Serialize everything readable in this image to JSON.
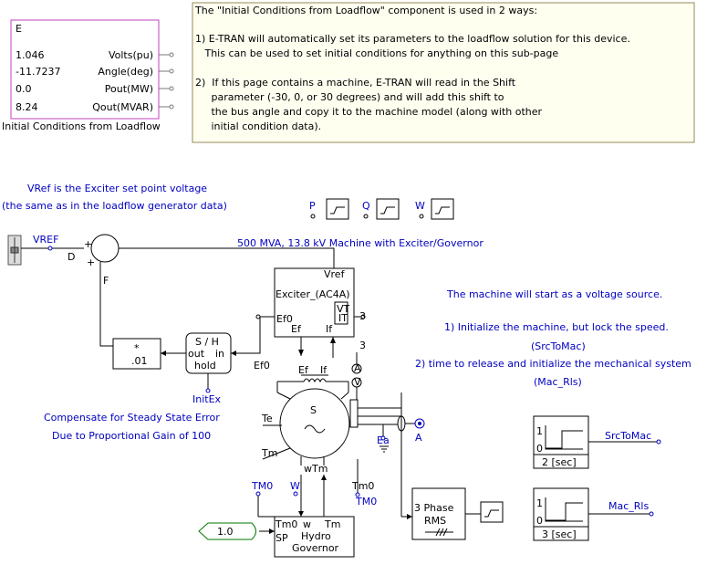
{
  "ic_block": {
    "name": "E",
    "values": [
      "1.046",
      "-11.7237",
      "0.0",
      "8.24"
    ],
    "labels": [
      "Volts(pu)",
      "Angle(deg)",
      "Pout(MW)",
      "Qout(MVAR)"
    ],
    "caption": "Initial Conditions from Loadflow"
  },
  "note": {
    "lines": [
      "The \"Initial Conditions from Loadflow\" component is used in 2 ways:",
      "",
      "1) E-TRAN will automatically set its parameters to the loadflow solution for this device.",
      "   This can be used to set initial conditions for anything on this sub-page",
      "",
      "2)  If this page contains a machine, E-TRAN will read in the Shift",
      "     parameter (-30, 0, or 30 degrees) and will add this shift to",
      "     the bus angle and copy it to the machine model (along with other",
      "     initial condition data)."
    ]
  },
  "vref_note": {
    "line1": "VRef is the Exciter set point voltage",
    "line2": "(the same as in the loadflow generator data)"
  },
  "meters": {
    "p": "P",
    "q": "Q",
    "w": "W"
  },
  "machine_title": "500 MVA, 13.8 kV Machine with Exciter/Governor",
  "vref_label": "VREF",
  "sum_labels": {
    "d": "D",
    "f": "F",
    "plus1": "+",
    "plus2": "+"
  },
  "exciter": {
    "ref": "Vref",
    "name": "Exciter_(AC4A)",
    "ef0": "Ef0",
    "ef": "Ef",
    "if": "If",
    "vt": "VT",
    "it": "IT"
  },
  "wire_labels": {
    "pin3a": "3",
    "pin3b": "3",
    "ef_coil": "Ef",
    "if_coil": "If"
  },
  "gain_block": {
    "op": "*",
    "value": ".01"
  },
  "sh_block": {
    "title": "S / H",
    "out": "out",
    "in": "in",
    "hold": "hold"
  },
  "sh_ef0": "Ef0",
  "initex": "InitEx",
  "compensate": {
    "line1": "Compensate for Steady State Error",
    "line2": "Due to Proportional Gain of 100"
  },
  "machine": {
    "name": "S",
    "te": "Te",
    "tm": "Tm",
    "w": "w",
    "tm_bottom": "Tm",
    "tm0": "Tm0"
  },
  "tm0_labels": {
    "left": "TM0",
    "right": "TM0"
  },
  "w_label": "W",
  "ea_label": "Ea",
  "bus_a": "A",
  "governor": {
    "tm0": "Tm0",
    "w": "w",
    "tm": "Tm",
    "name1": "Hydro",
    "name2": "Governor",
    "sp": "SP"
  },
  "setpoint": "1.0",
  "rms_block": {
    "line1": "3 Phase",
    "line2": "RMS"
  },
  "release_note": {
    "line1": "The machine will start as a voltage source.",
    "line2": "1) Initialize the machine, but lock the speed.",
    "line3": "(SrcToMac)",
    "line4": "2) time to release and initialize the mechanical system",
    "line5": "(Mac_Rls)"
  },
  "step1": {
    "one": "1",
    "zero": "0",
    "time": "2 [sec]",
    "signal": "SrcToMac"
  },
  "step2": {
    "one": "1",
    "zero": "0",
    "time": "3 [sec]",
    "signal": "Mac_Rls"
  }
}
